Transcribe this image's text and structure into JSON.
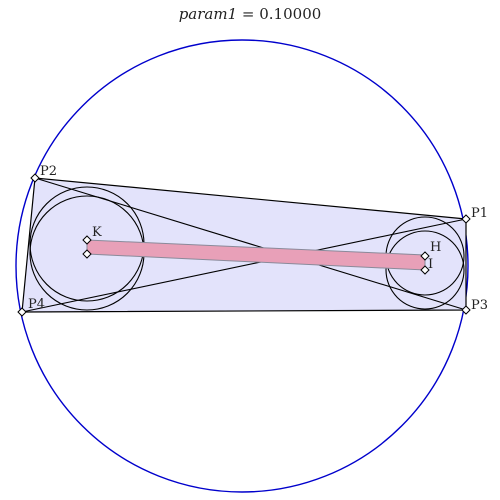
{
  "title": {
    "param_name": "param1",
    "equals": " = ",
    "param_value": "0.10000"
  },
  "colors": {
    "circumcircle": "#0000cc",
    "quad_fill": "#e3e3fb",
    "band_fill": "#e8a0b8",
    "band_stroke": "#8a8a9a",
    "stroke": "#000000"
  },
  "points": [
    {
      "id": "P1",
      "label": "P1"
    },
    {
      "id": "P2",
      "label": "P2"
    },
    {
      "id": "P3",
      "label": "P3"
    },
    {
      "id": "P4",
      "label": "P4"
    },
    {
      "id": "K",
      "label": "K"
    },
    {
      "id": "H",
      "label": "H"
    },
    {
      "id": "I",
      "label": "I"
    }
  ]
}
